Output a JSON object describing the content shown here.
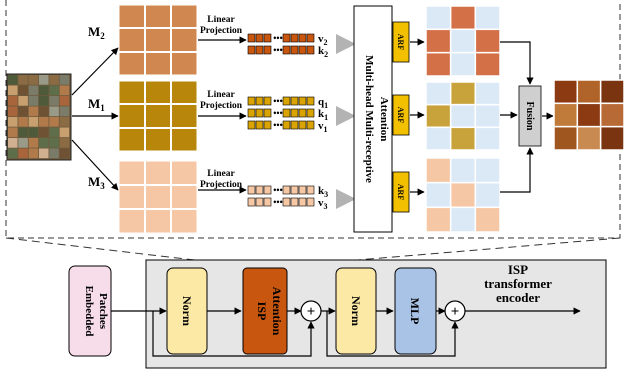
{
  "mask_labels": {
    "m1": "M",
    "m1_sub": "1",
    "m2": "M",
    "m2_sub": "2",
    "m3": "M",
    "m3_sub": "3"
  },
  "projection": {
    "line1": "Linear",
    "line2": "Projection"
  },
  "vectors": {
    "top": [
      {
        "name": "v",
        "sub": "2"
      },
      {
        "name": "k",
        "sub": "2"
      }
    ],
    "mid": [
      {
        "name": "q",
        "sub": "1"
      },
      {
        "name": "k",
        "sub": "1"
      },
      {
        "name": "v",
        "sub": "1"
      }
    ],
    "bot": [
      {
        "name": "k",
        "sub": "3"
      },
      {
        "name": "v",
        "sub": "3"
      }
    ]
  },
  "attention": {
    "line1": "Multi-head Multi-receptive",
    "line2": "Attention"
  },
  "arf_label": "ARF",
  "fusion_label": "Fusion",
  "encoder": {
    "embedded": {
      "line1": "Embedded",
      "line2": "Patches"
    },
    "norm_label": "Norm",
    "isp_attention": {
      "line1": "ISP",
      "line2": "Attention"
    },
    "mlp_label": "MLP",
    "plus_symbol": "+",
    "title": {
      "line1": "ISP",
      "line2": "transformer",
      "line3": "encoder"
    }
  },
  "colors": {
    "m1_fill": "#b8860b",
    "m2_fill": "#d08850",
    "m3_fill": "#f5c7a4",
    "arf": "#f3c000",
    "fusion": "#cfcfcf",
    "norm": "#fde9a6",
    "isp_attention": "#c8560f",
    "mlp": "#a9c3e6",
    "embedded": "#f7dcea",
    "encoder_bg": "#e6e6e6"
  }
}
